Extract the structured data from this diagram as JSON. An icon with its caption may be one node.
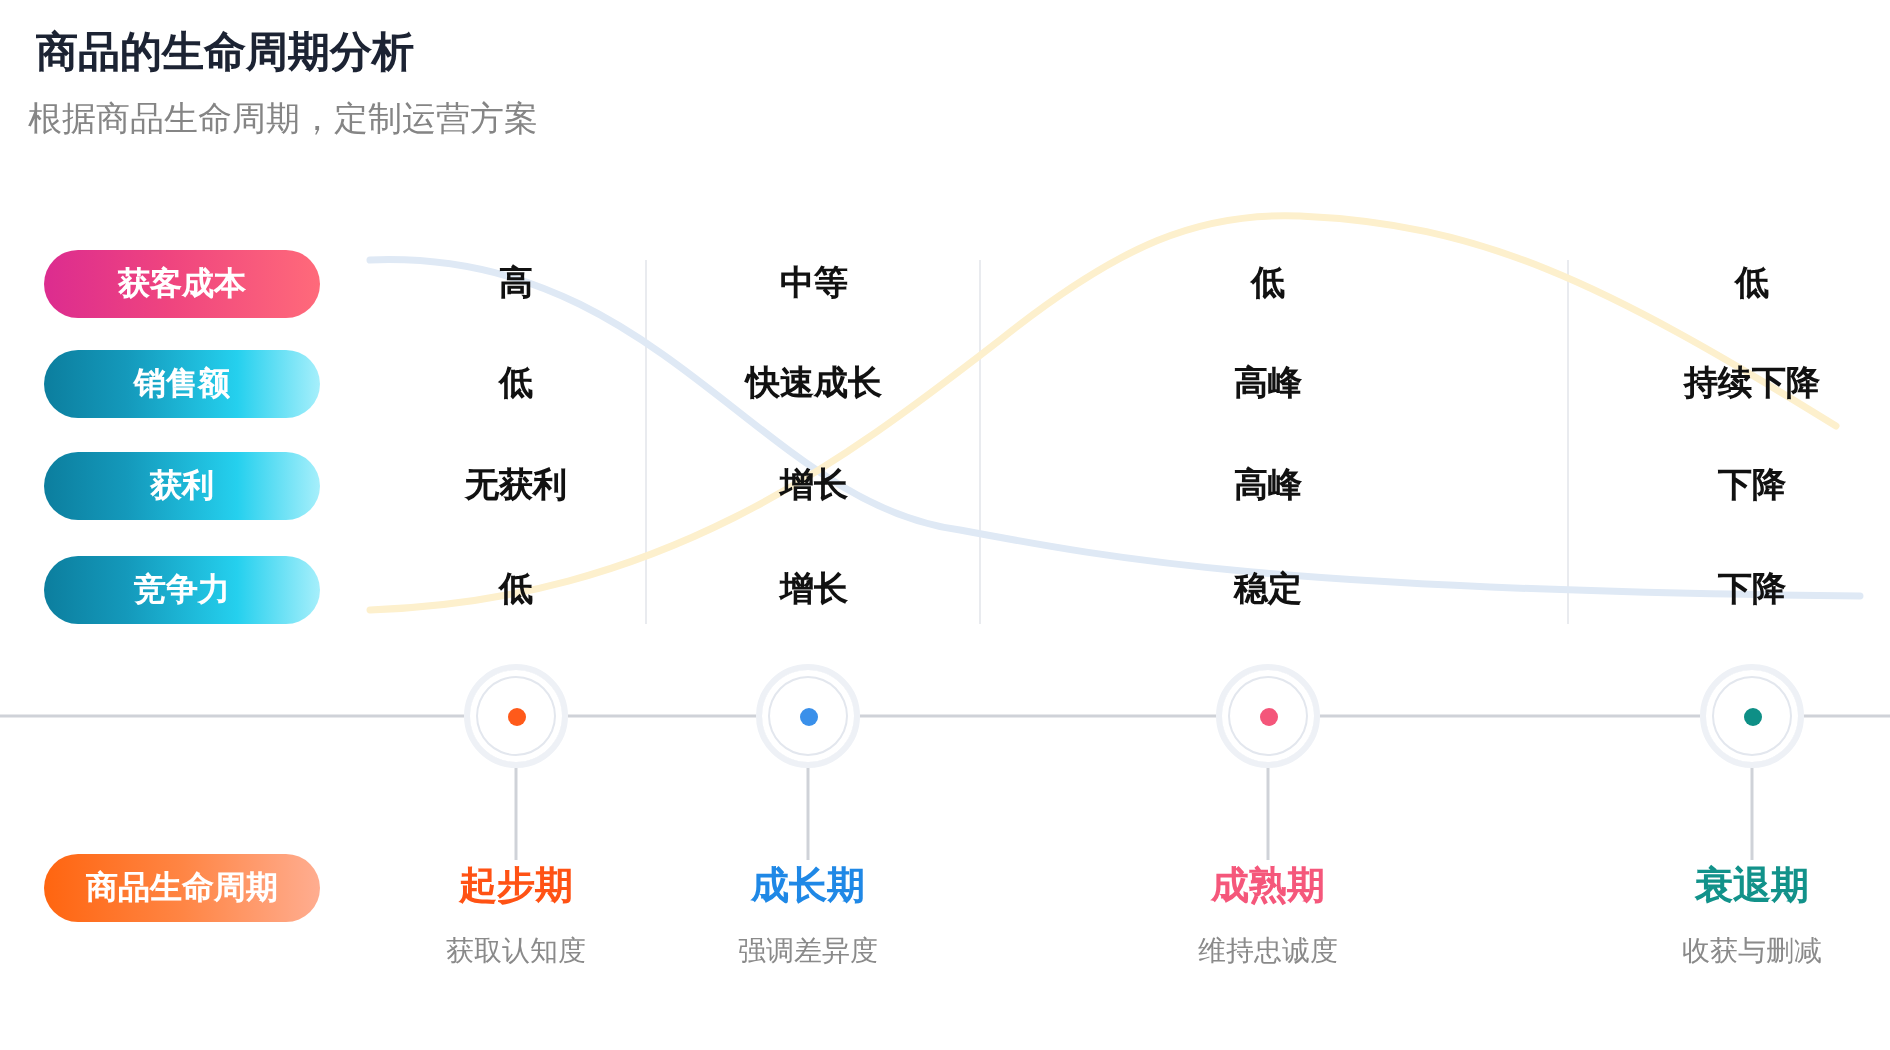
{
  "diagram": {
    "title": "商品的生命周期分析",
    "nodes": [
      {
        "text": [
          "获客成本"
        ]
      },
      {
        "text": [
          "销售额"
        ]
      },
      {
        "text": [
          "获利"
        ]
      },
      {
        "text": [
          "竞争力"
        ]
      },
      {
        "text": [],
        "shape": "circle"
      },
      {
        "text": [],
        "shape": "circle"
      },
      {
        "text": [],
        "shape": "circle"
      },
      {
        "text": [],
        "shape": "circle"
      },
      {
        "text": [
          "商品生命周期"
        ]
      },
      {
        "text": [
          "起步期",
          "获取认知度"
        ]
      },
      {
        "text": [
          "成长期",
          "强调差异度"
        ]
      },
      {
        "text": [
          "成熟期",
          "维持忠诚度"
        ]
      },
      {
        "text": [
          "衰退期",
          "收获与删减"
        ]
      }
    ],
    "edges": [
      {
        "from": null,
        "to": 4,
        "arrow": "none"
      },
      {
        "from": 4,
        "to": 5,
        "arrow": "none"
      },
      {
        "from": 5,
        "to": 6,
        "arrow": "none"
      },
      {
        "from": 6,
        "to": 7,
        "arrow": "none"
      },
      {
        "from": 7,
        "to": null,
        "arrow": "none"
      },
      {
        "from": 4,
        "to": 9,
        "arrow": "none"
      },
      {
        "from": 5,
        "to": 10,
        "arrow": "none"
      },
      {
        "from": 6,
        "to": 11,
        "arrow": "none"
      },
      {
        "from": 7,
        "to": 12,
        "arrow": "none"
      }
    ],
    "labels": [
      "根据商品生命周期，定制运营方案",
      "高",
      "中等",
      "低",
      "低",
      "低",
      "快速成长",
      "高峰",
      "持续下降",
      "无获利",
      "增长",
      "高峰",
      "下降",
      "低",
      "增长",
      "稳定",
      "下降"
    ]
  }
}
